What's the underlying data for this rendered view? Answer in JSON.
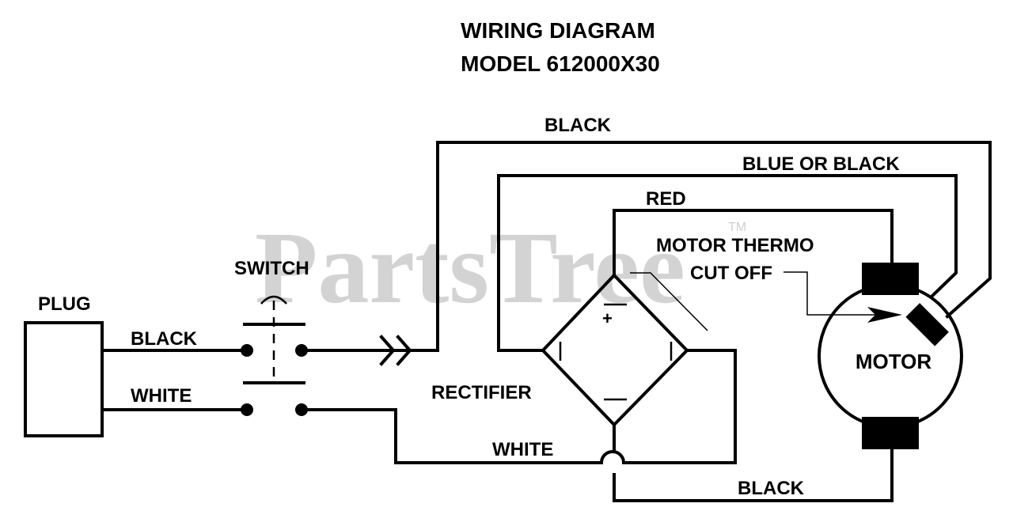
{
  "title": {
    "line1": "WIRING DIAGRAM",
    "line2": "MODEL 612000X30"
  },
  "watermark": {
    "text": "PartsTree",
    "trademark": "TM"
  },
  "components": {
    "plug": "PLUG",
    "switch": "SWITCH",
    "rectifier": "RECTIFIER",
    "rectifier_plus": "+",
    "motor": "MOTOR",
    "thermo_line1": "MOTOR THERMO",
    "thermo_line2": "CUT OFF"
  },
  "wires": {
    "plug_black": "BLACK",
    "plug_white": "WHITE",
    "top_black": "BLACK",
    "blue_or_black": "BLUE OR BLACK",
    "red": "RED",
    "bottom_white": "WHITE",
    "bottom_black": "BLACK"
  }
}
